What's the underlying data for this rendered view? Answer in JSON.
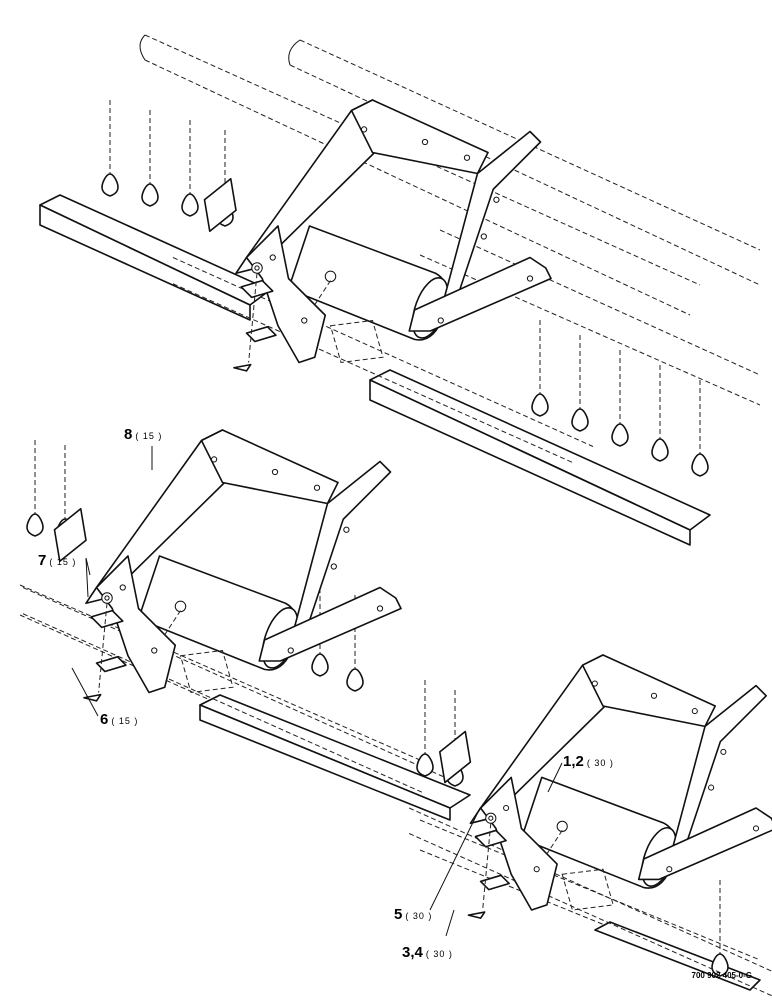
{
  "callouts": {
    "c8": {
      "num": "8",
      "qty": "( 15 )"
    },
    "c7": {
      "num": "7",
      "qty": "( 15 )"
    },
    "c6": {
      "num": "6",
      "qty": "( 15 )"
    },
    "c12": {
      "num": "1,2",
      "qty": "( 30 )"
    },
    "c5": {
      "num": "5",
      "qty": "( 30 )"
    },
    "c34": {
      "num": "3,4",
      "qty": "( 30 )"
    }
  },
  "figure_id": "700 902 405-0-G",
  "colors": {
    "ink": "#111111",
    "paper": "#ffffff"
  }
}
